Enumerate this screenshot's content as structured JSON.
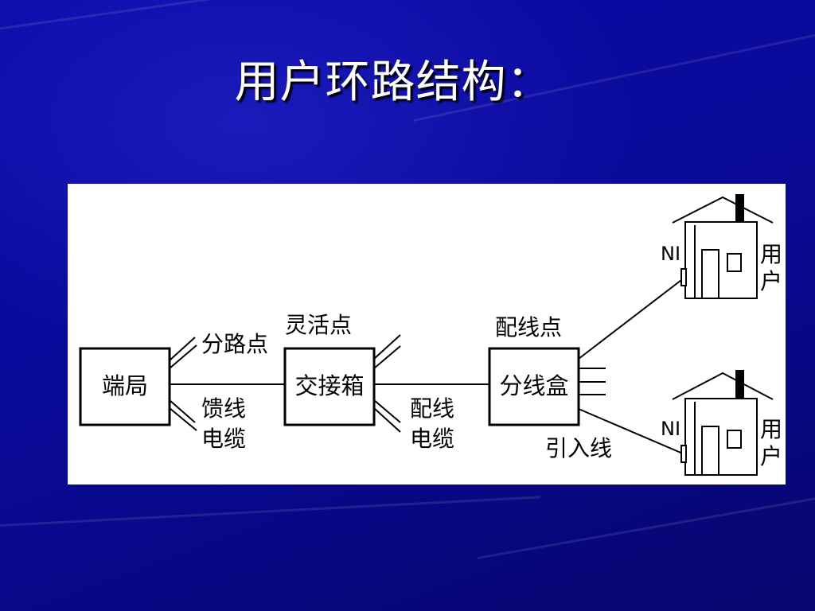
{
  "slide": {
    "title": "用户环路结构："
  },
  "diagram": {
    "central_office": "端局",
    "split_point": "分路点",
    "feeder_cable_1": "馈线",
    "feeder_cable_2": "电缆",
    "flex_point": "灵活点",
    "cross_box": "交接箱",
    "dist_cable_1": "配线",
    "dist_cable_2": "电缆",
    "dist_point": "配线点",
    "dist_box": "分线盒",
    "drop_wire": "引入线",
    "ni_top": "NI",
    "user_top_1": "用",
    "user_top_2": "户",
    "ni_bottom": "NI",
    "user_bottom_1": "用",
    "user_bottom_2": "户"
  }
}
